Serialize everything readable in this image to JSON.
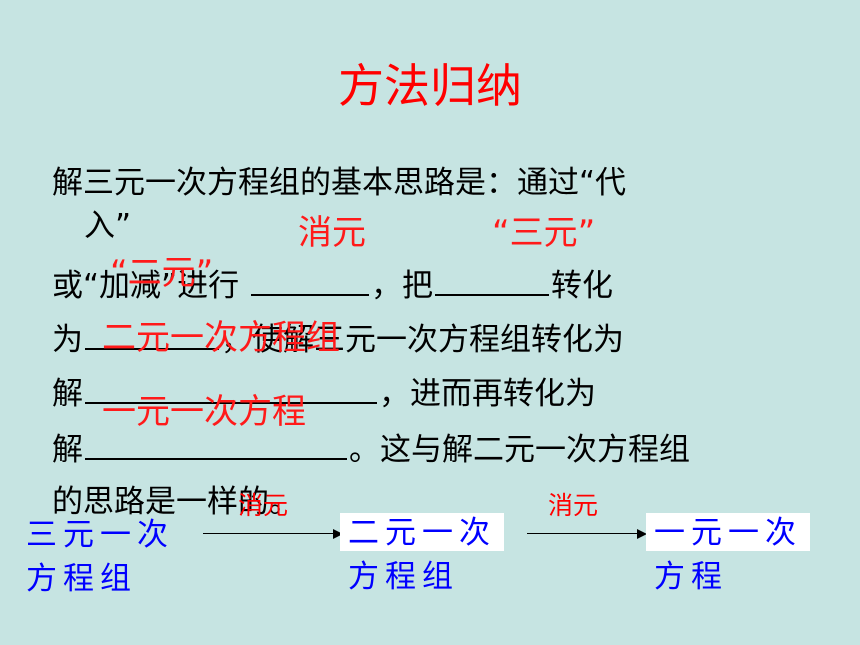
{
  "title": "方法归纳",
  "paragraph": {
    "line1": "解三元一次方程组的基本思路是：通过“代",
    "line2": "入”",
    "line3_a": "或“加减”进行",
    "line3_b": "，把",
    "line3_c": "转化",
    "line4_a": "为",
    "line4_b": "，使解三元一次方程组转化为",
    "line5_a": "解",
    "line5_b": "，进而再转化为",
    "line6_a": "解",
    "line6_b": "。这与解二元一次方程组",
    "line7": "的思路是一样的。"
  },
  "answers": {
    "blank1": "消元",
    "blank2": "“三元”",
    "blank3": "“二元”",
    "blank4": "二元一次方程组",
    "blank5": "一元一次方程"
  },
  "flow": {
    "step1_line1": "三元一次",
    "step1_line2": "方程组",
    "arrow1_label": "消元",
    "step2_line1": "二元一次",
    "step2_line2": "方程组",
    "arrow2_label": "消元",
    "step3_line1": "一元一次",
    "step3_line2": "方程"
  }
}
